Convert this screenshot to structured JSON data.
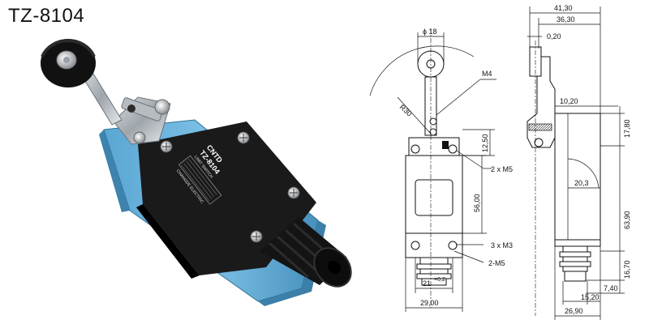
{
  "title": "TZ-8104",
  "photo": {
    "brand": "CNTD",
    "model": "TZ-8104",
    "type": "LIMIT SWITCH",
    "maker": "CHANGDE ELECTRIC"
  },
  "front_view": {
    "roller_diameter": "ϕ 18",
    "radius": "R30",
    "screw": "M4",
    "dim_top": "12,50",
    "mount_top": "2 x M5",
    "body_height": "56,00",
    "mount_bottom": "3 x M3",
    "mount_bottom2": "2-M5",
    "hole_pitch": "21",
    "hole_pitch_tol": "+0,2",
    "body_width": "29,00"
  },
  "side_view": {
    "overall_width": "41,30",
    "lever_width": "36,30",
    "lever_offset": "0,20",
    "arm_offset": "10,20",
    "arm_height": "17,80",
    "angle_radius": "20,3",
    "body_height": "63,90",
    "boot_height": "16,70",
    "tip_height": "7,40",
    "boot_width": "15,20",
    "base_width": "26,90"
  }
}
